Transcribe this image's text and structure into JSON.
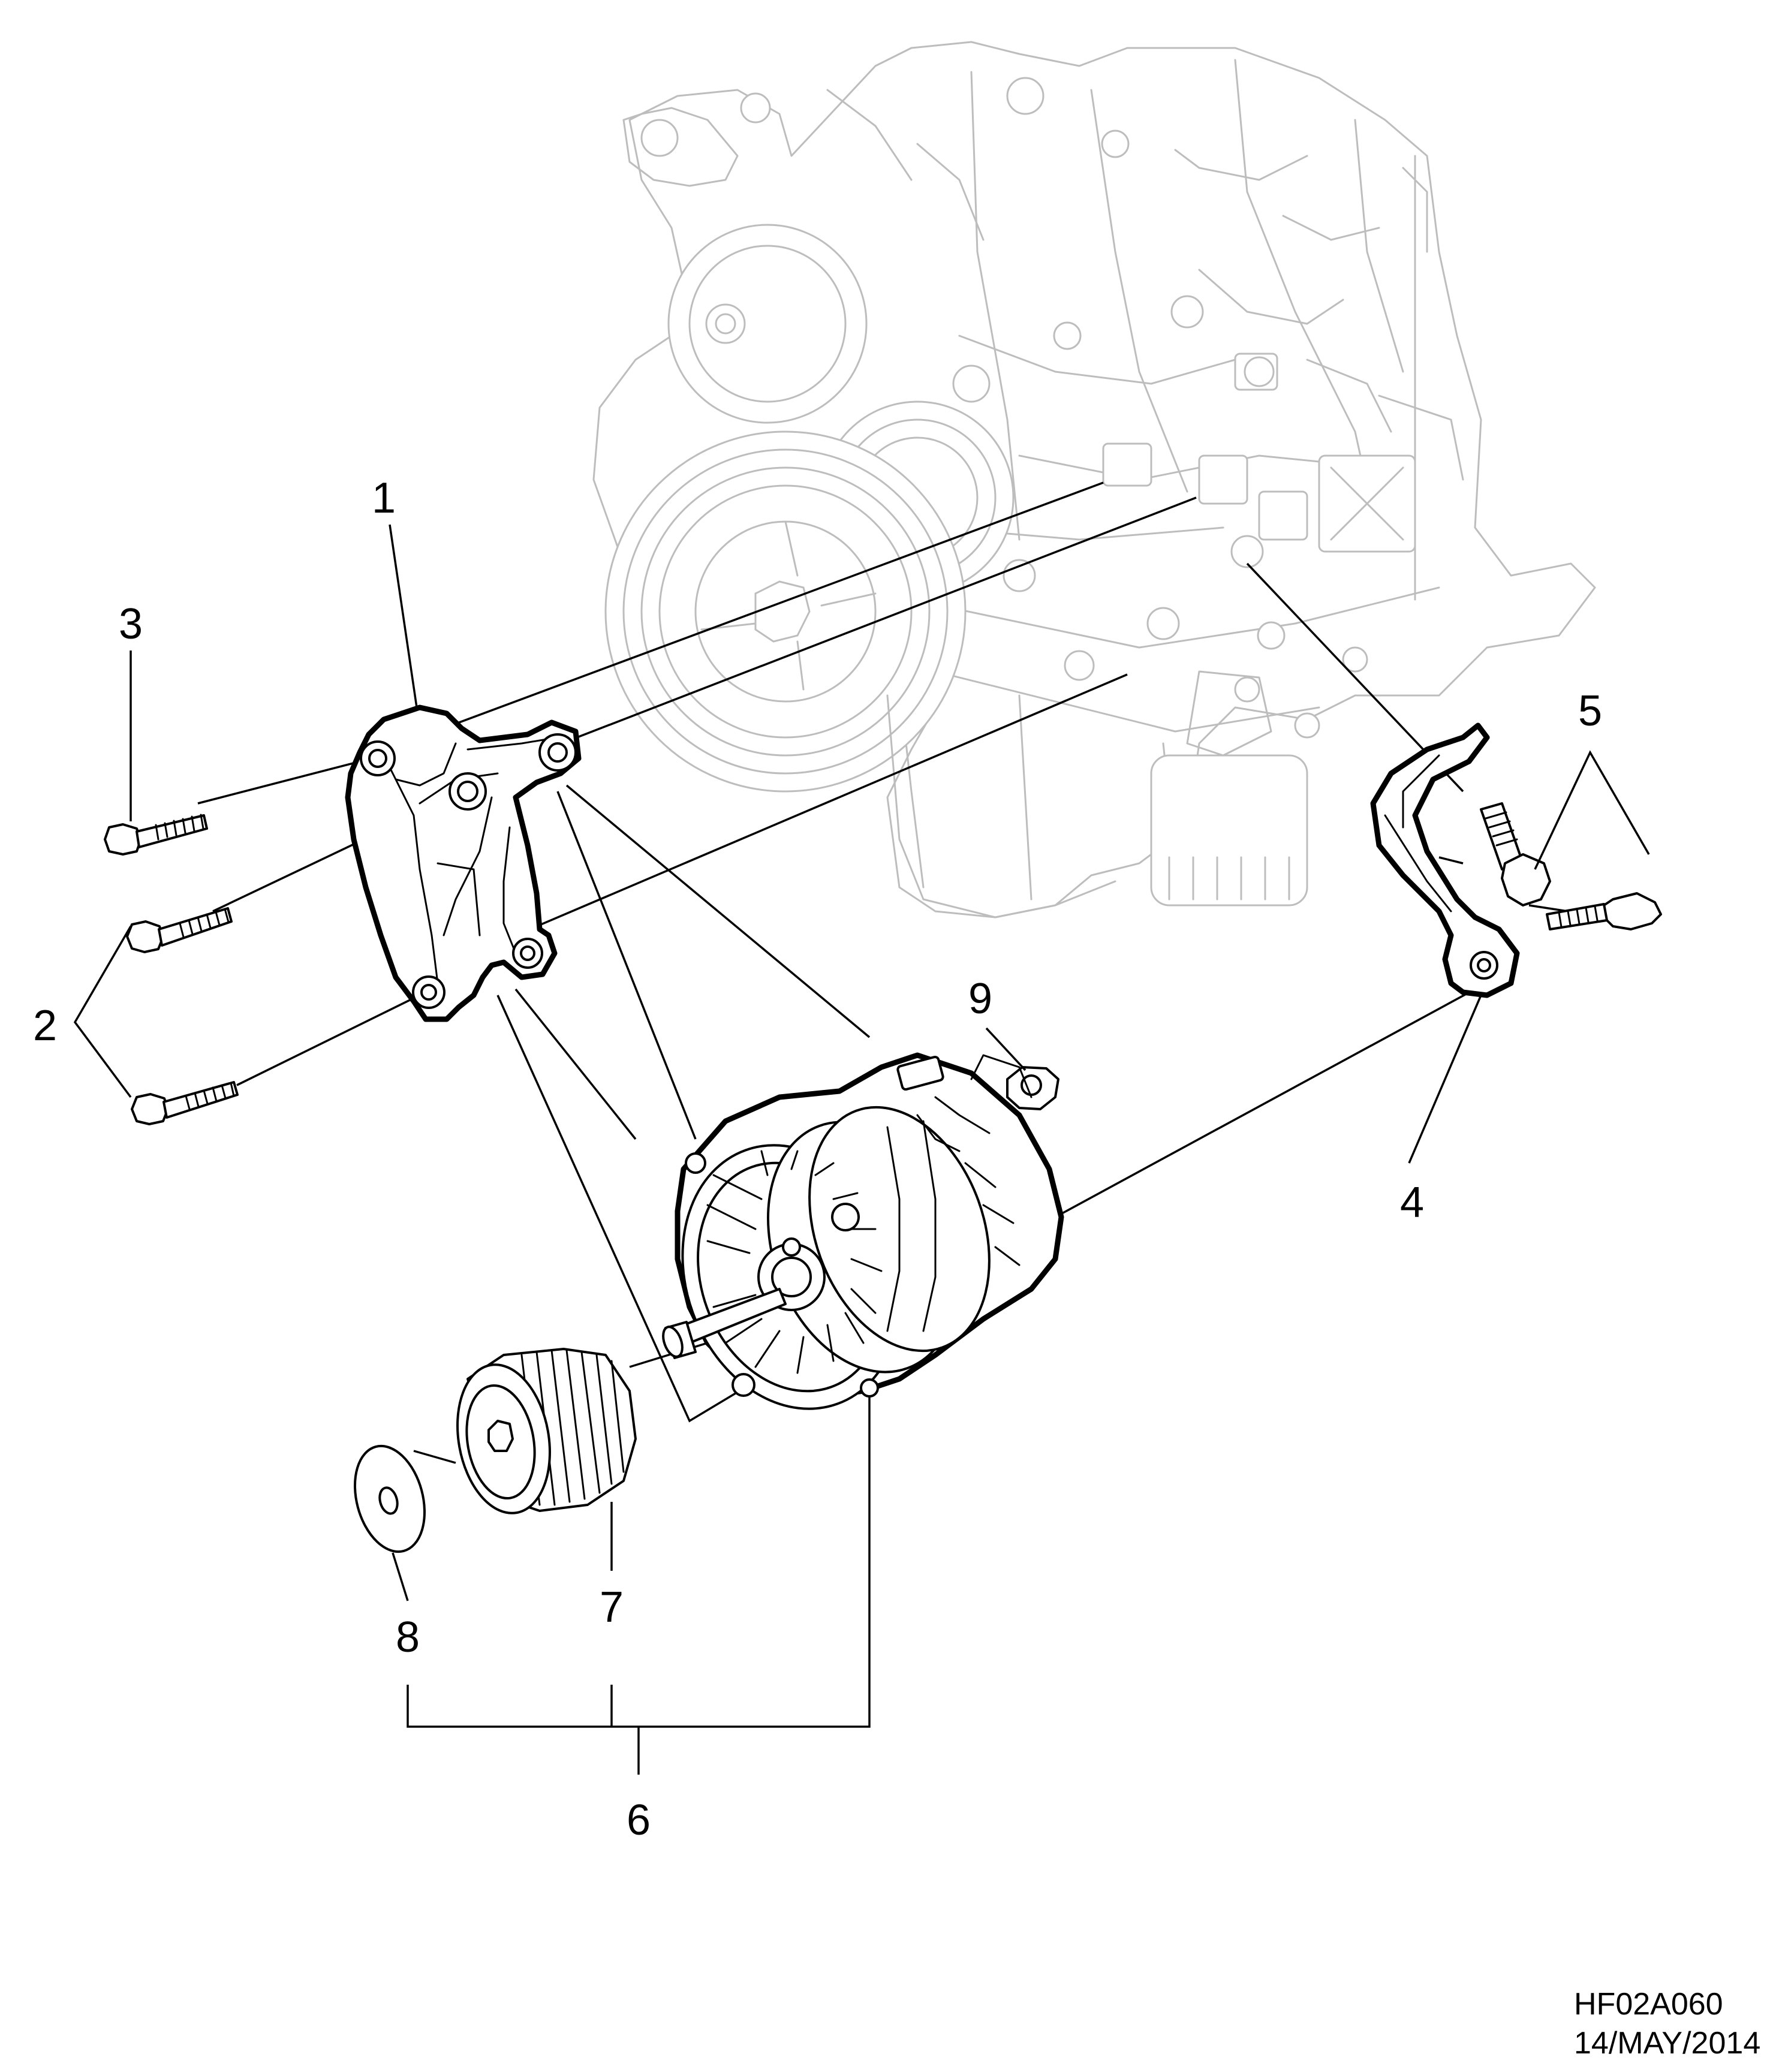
{
  "diagram": {
    "callouts": [
      "1",
      "2",
      "3",
      "4",
      "5",
      "6",
      "7",
      "8",
      "9"
    ],
    "drawing_code": "HF02A060",
    "drawing_date": "14/MAY/2014"
  }
}
